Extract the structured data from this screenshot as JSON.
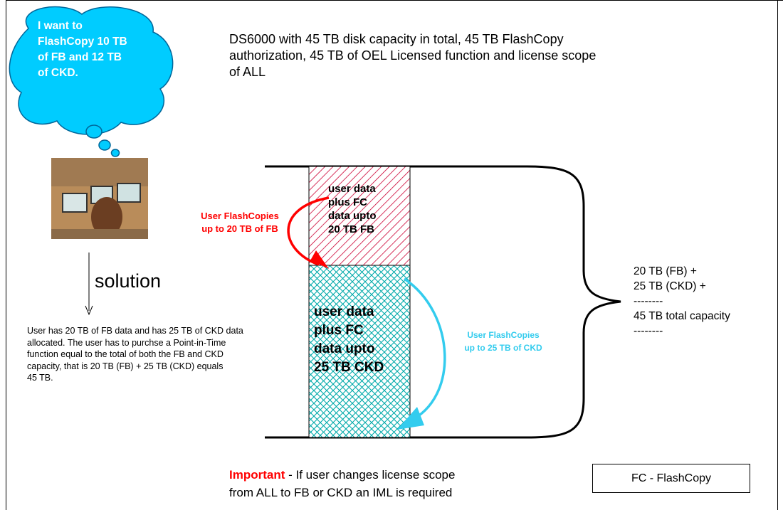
{
  "thought_bubble": {
    "lines": [
      "I want to",
      "FlashCopy 10 TB",
      "of FB and 12 TB",
      "of CKD."
    ]
  },
  "header": {
    "lines": [
      "DS6000 with 45 TB disk capacity in total,  45 TB FlashCopy",
      "authorization, 45 TB of OEL Licensed function and license scope",
      "of ALL"
    ]
  },
  "solution": {
    "label": "solution",
    "lines": [
      "User has 20 TB of FB data and has 25 TB of CKD data",
      "allocated. The user has to purchse a Point-in-Time",
      "function equal to the total of both the FB and CKD",
      "capacity, that is 20 TB (FB) + 25 TB (CKD) equals",
      "45 TB."
    ]
  },
  "fb_block": {
    "lines": [
      "user data",
      "plus FC",
      "data upto",
      "20 TB FB"
    ]
  },
  "ckd_block": {
    "lines": [
      "user data",
      "plus FC",
      "data upto",
      "25 TB CKD"
    ]
  },
  "fb_arrow": {
    "lines": [
      "User FlashCopies",
      "up to 20 TB of FB"
    ],
    "color": "#ff0000"
  },
  "ckd_arrow": {
    "lines": [
      "User FlashCopies",
      "up to 25 TB of CKD"
    ],
    "color": "#33ccee"
  },
  "capacity": {
    "lines": [
      "20 TB (FB) +",
      "25 TB (CKD) +",
      "--------",
      "45 TB total capacity",
      "--------"
    ]
  },
  "important": {
    "word": "Important",
    "rest": " - If user changes license scope",
    "line2": "from ALL to FB or CKD an IML is required"
  },
  "legend": {
    "text": "FC - FlashCopy"
  },
  "colors": {
    "cloud": "#00ccff",
    "fb_hatch": "#cc0033",
    "ckd_hatch": "#00aaaa"
  }
}
